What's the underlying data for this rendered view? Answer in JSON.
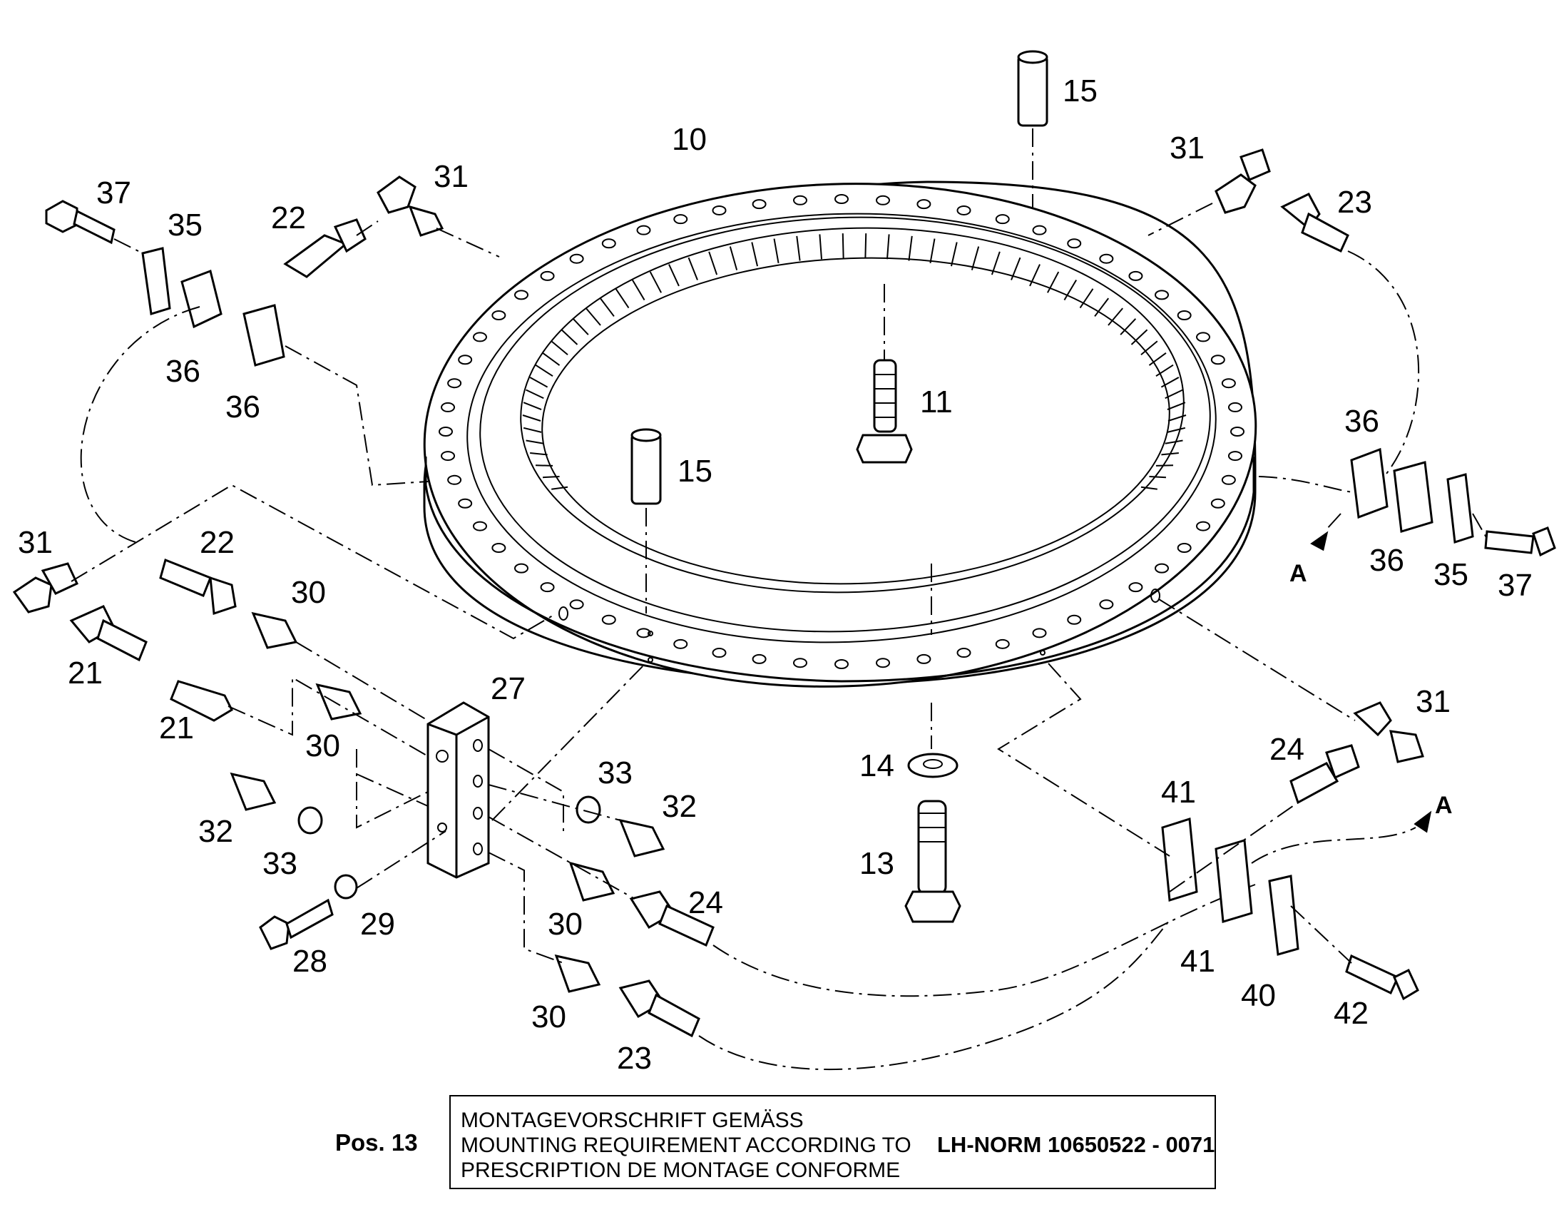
{
  "labels": {
    "p10": "10",
    "p11": "11",
    "p13": "13",
    "p14": "14",
    "p15a": "15",
    "p15b": "15",
    "p21a": "21",
    "p21b": "21",
    "p22a": "22",
    "p22b": "22",
    "p23a": "23",
    "p23b": "23",
    "p24a": "24",
    "p24b": "24",
    "p27": "27",
    "p28": "28",
    "p29": "29",
    "p30a": "30",
    "p30b": "30",
    "p30c": "30",
    "p30d": "30",
    "p31a": "31",
    "p31b": "31",
    "p31c": "31",
    "p31d": "31",
    "p32a": "32",
    "p32b": "32",
    "p33a": "33",
    "p33b": "33",
    "p35a": "35",
    "p35b": "35",
    "p36a": "36",
    "p36b": "36",
    "p36c": "36",
    "p36d": "36",
    "p37a": "37",
    "p37b": "37",
    "p40": "40",
    "p41a": "41",
    "p41b": "41",
    "p42": "42",
    "viewA1": "A",
    "viewA2": "A"
  },
  "note": {
    "pos": "Pos. 13",
    "line1": "MONTAGEVORSCHRIFT GEMÄSS",
    "line2": "MOUNTING REQUIREMENT ACCORDING TO",
    "line3": "PRESCRIPTION DE MONTAGE CONFORME",
    "norm": "LH-NORM 10650522 - 0071"
  }
}
